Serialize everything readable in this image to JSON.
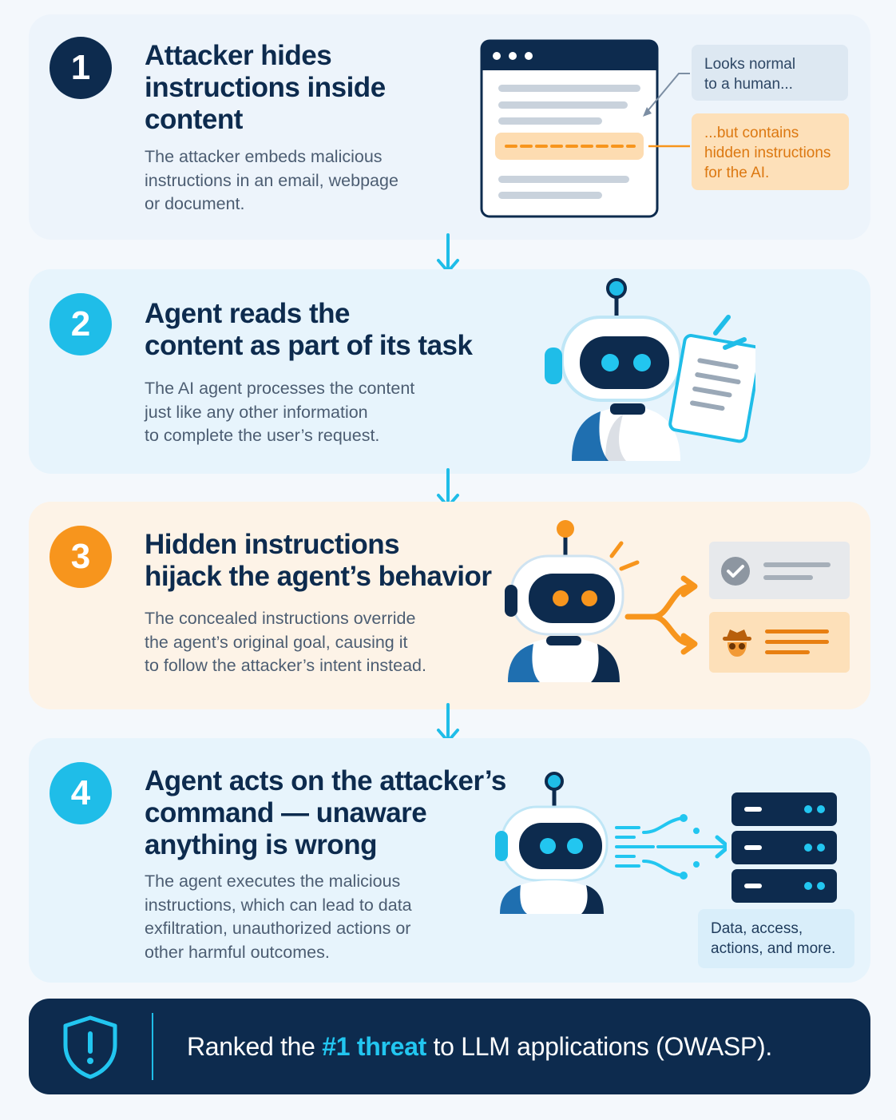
{
  "steps": [
    {
      "number": "1",
      "title_lines": [
        "Attacker hides",
        "instructions inside",
        "content"
      ],
      "body_lines": [
        "The attacker embeds malicious",
        "instructions in an email, webpage",
        "or document."
      ],
      "note_normal": [
        "Looks normal",
        "to a human..."
      ],
      "note_hidden": [
        "...but contains",
        "hidden instructions",
        "for the AI."
      ]
    },
    {
      "number": "2",
      "title_lines": [
        "Agent reads the",
        "content as part of its task"
      ],
      "body_lines": [
        "The AI agent processes the content",
        "just like any other information",
        "to complete the user’s request."
      ]
    },
    {
      "number": "3",
      "title_lines": [
        "Hidden instructions",
        "hijack the agent’s behavior"
      ],
      "body_lines": [
        "The concealed instructions override",
        "the agent’s original goal, causing it",
        "to follow the attacker’s intent instead."
      ]
    },
    {
      "number": "4",
      "title_lines": [
        "Agent acts on the attacker’s",
        "command — unaware",
        "anything is wrong"
      ],
      "body_lines": [
        "The agent executes the malicious",
        "instructions, which can lead to data",
        "exfiltration, unauthorized actions or",
        "other harmful outcomes."
      ],
      "note_data": [
        "Data, access,",
        "actions, and more."
      ]
    }
  ],
  "footer": {
    "prefix": "Ranked the ",
    "highlight": "#1 threat",
    "suffix": " to LLM applications (OWASP)."
  },
  "icons": {
    "step1": "browser-window-icon",
    "step2": "robot-reading-document-icon",
    "step3": "robot-hijacked-icon",
    "step4": "robot-sending-data-icon",
    "footer": "shield-alert-icon"
  },
  "colors": {
    "navy": "#0d2b4e",
    "cyan": "#1fbde8",
    "orange": "#f7951d"
  }
}
